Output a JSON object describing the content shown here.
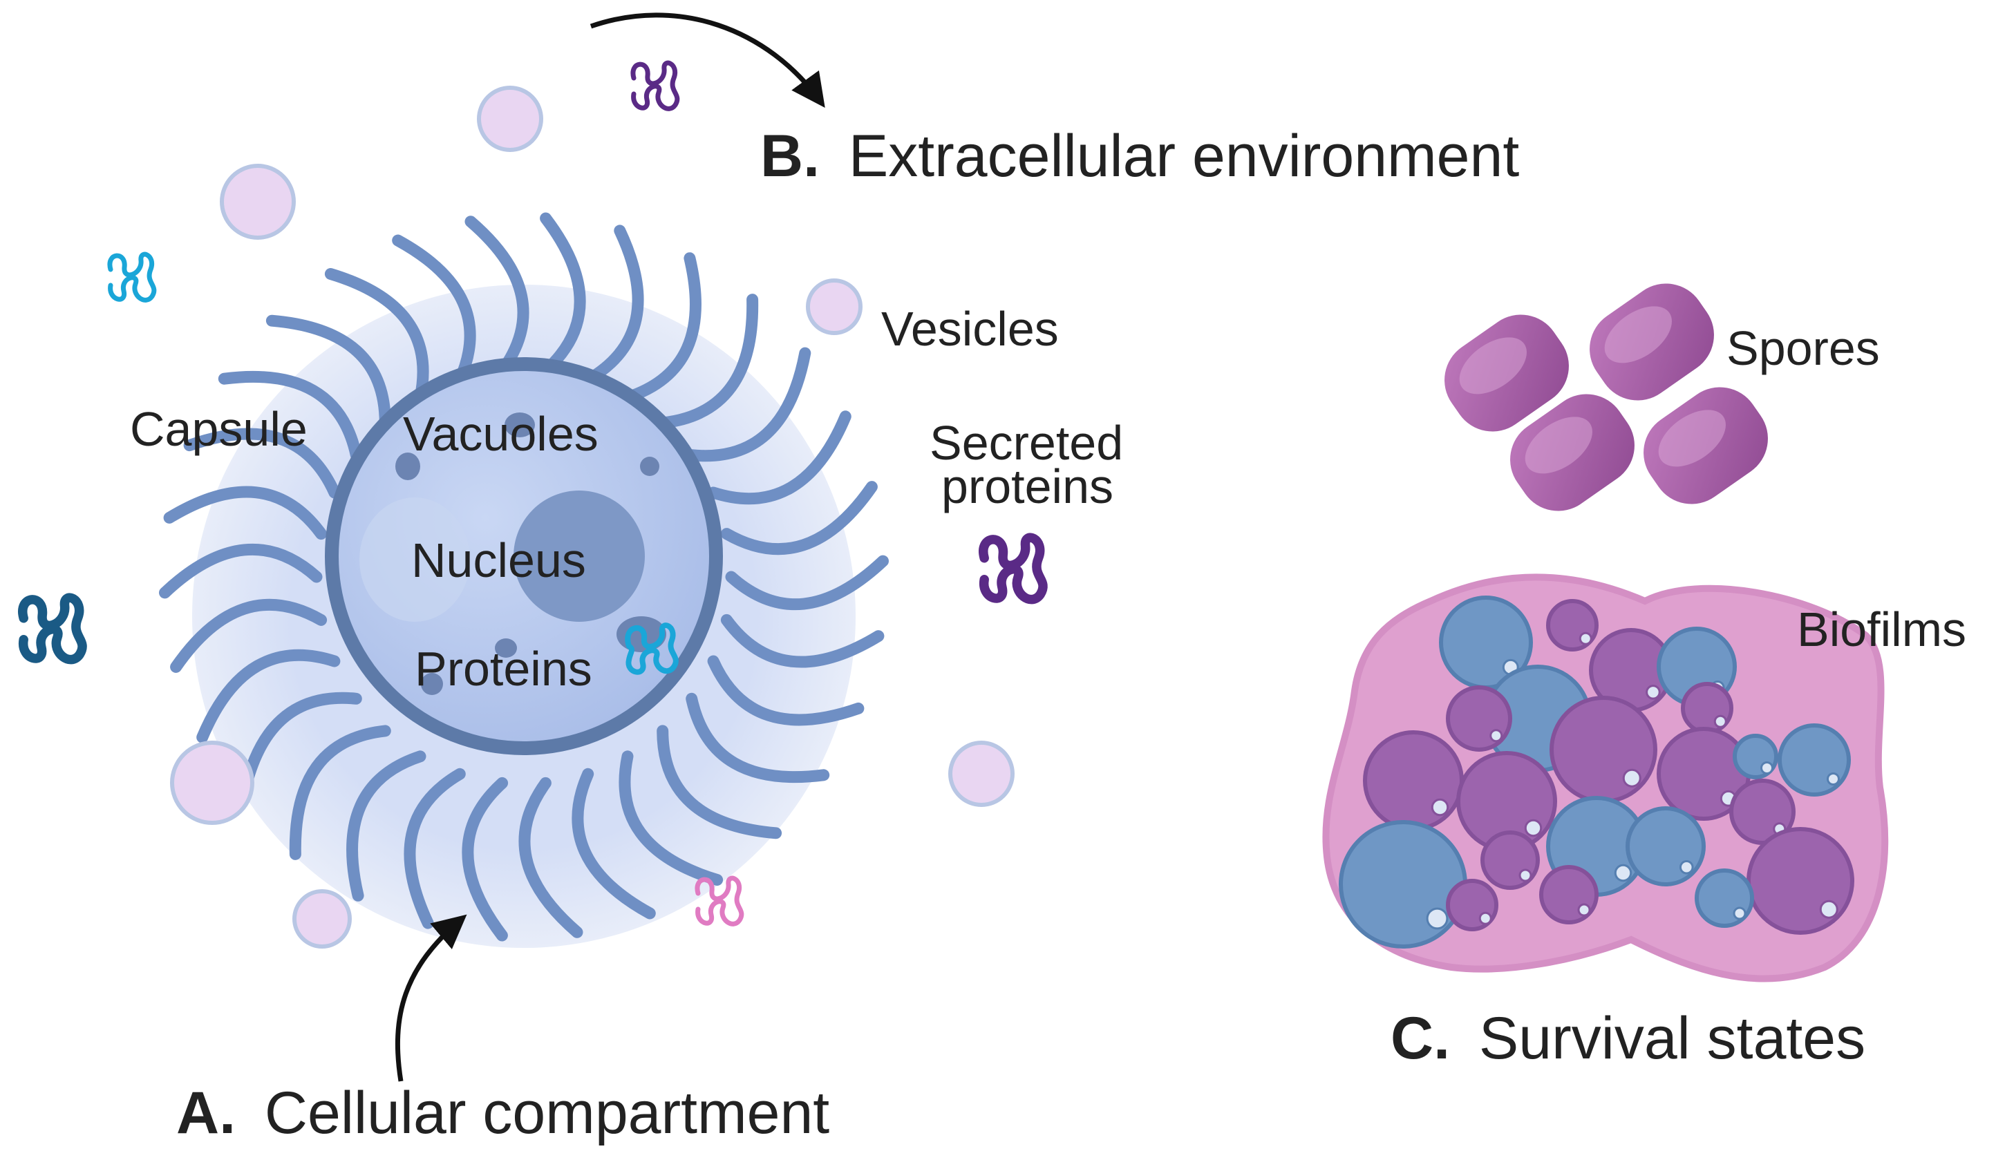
{
  "sections": {
    "cellular": {
      "letter": "A.",
      "title": "Cellular compartment"
    },
    "extracellular": {
      "letter": "B.",
      "title": "Extracellular environment"
    },
    "survival": {
      "letter": "C.",
      "title": "Survival states"
    }
  },
  "cell_labels": {
    "capsule": "Capsule",
    "vacuoles": "Vacuoles",
    "nucleus": "Nucleus",
    "proteins": "Proteins"
  },
  "extracellular_labels": {
    "vesicles": "Vesicles",
    "secreted_line1": "Secreted",
    "secreted_line2": "proteins"
  },
  "survival_labels": {
    "spores": "Spores",
    "biofilms": "Biofilms"
  },
  "colors": {
    "capsule_halo": "#dfe6f8",
    "capsule_fibers": "#6f8fc4",
    "cell_fill": "#b6c8ee",
    "cell_membrane": "#5d7aa8",
    "nucleus": "#7e98c6",
    "vesicle_fill": "#e9d6f2",
    "vesicle_edge": "#b8c6e4",
    "protein_teal": "#1aa6d8",
    "protein_darkblue": "#1a5a85",
    "protein_purple": "#5a2a86",
    "protein_pink": "#e07bc2",
    "spore": "#a45aa2",
    "biofilm_matrix": "#dfa0cf",
    "biofilm_blue": "#6f97c5",
    "biofilm_purple": "#9c64ad",
    "text": "#222222"
  }
}
